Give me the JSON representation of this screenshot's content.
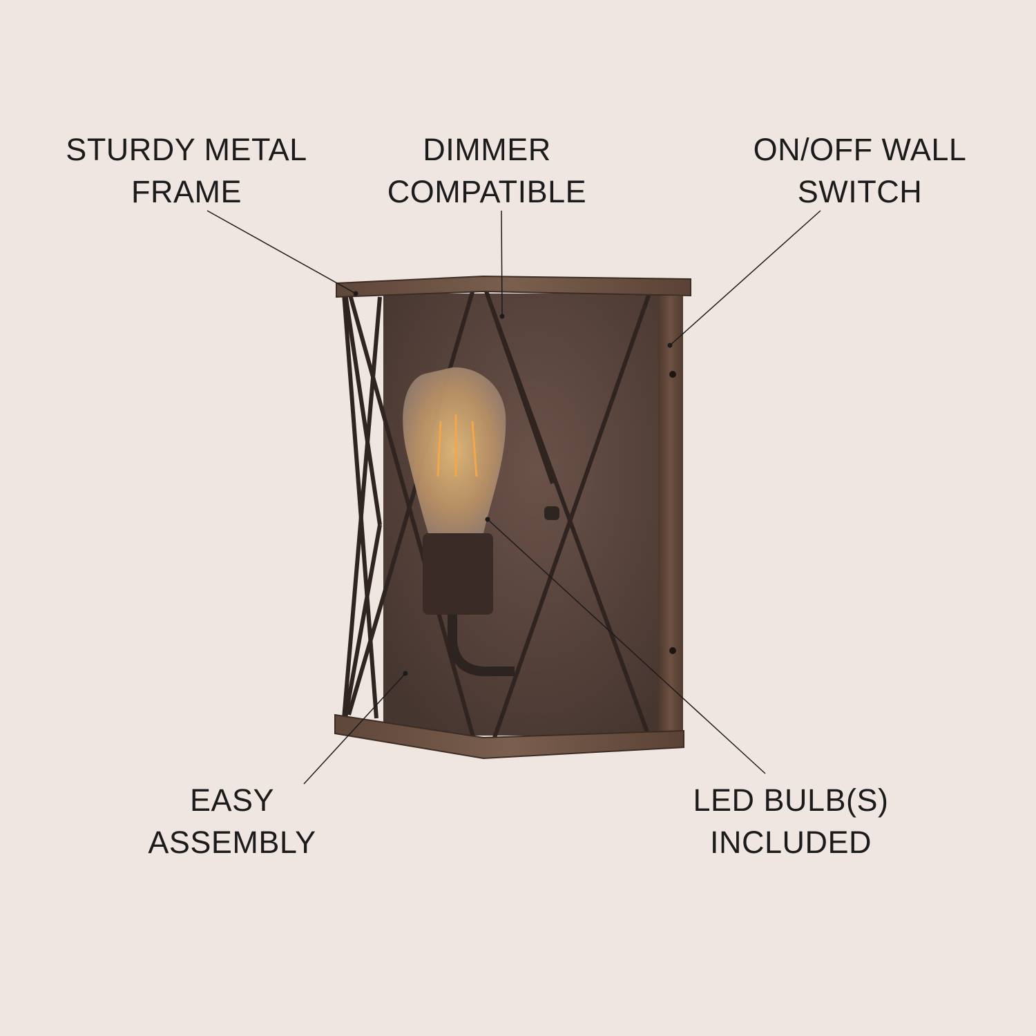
{
  "colors": {
    "background": "#efe6e2",
    "wood": "#6e5444",
    "metal": "#3a2d28",
    "plate": "#57443c",
    "bulb": "#c89a56",
    "text": "#1b1b1b"
  },
  "callouts": [
    {
      "line1": "STURDY METAL",
      "line2": "FRAME"
    },
    {
      "line1": "DIMMER",
      "line2": "COMPATIBLE"
    },
    {
      "line1": "ON/OFF WALL",
      "line2": "SWITCH"
    },
    {
      "line1": "EASY",
      "line2": "ASSEMBLY"
    },
    {
      "line1": "LED BULB(S)",
      "line2": "INCLUDED"
    }
  ]
}
